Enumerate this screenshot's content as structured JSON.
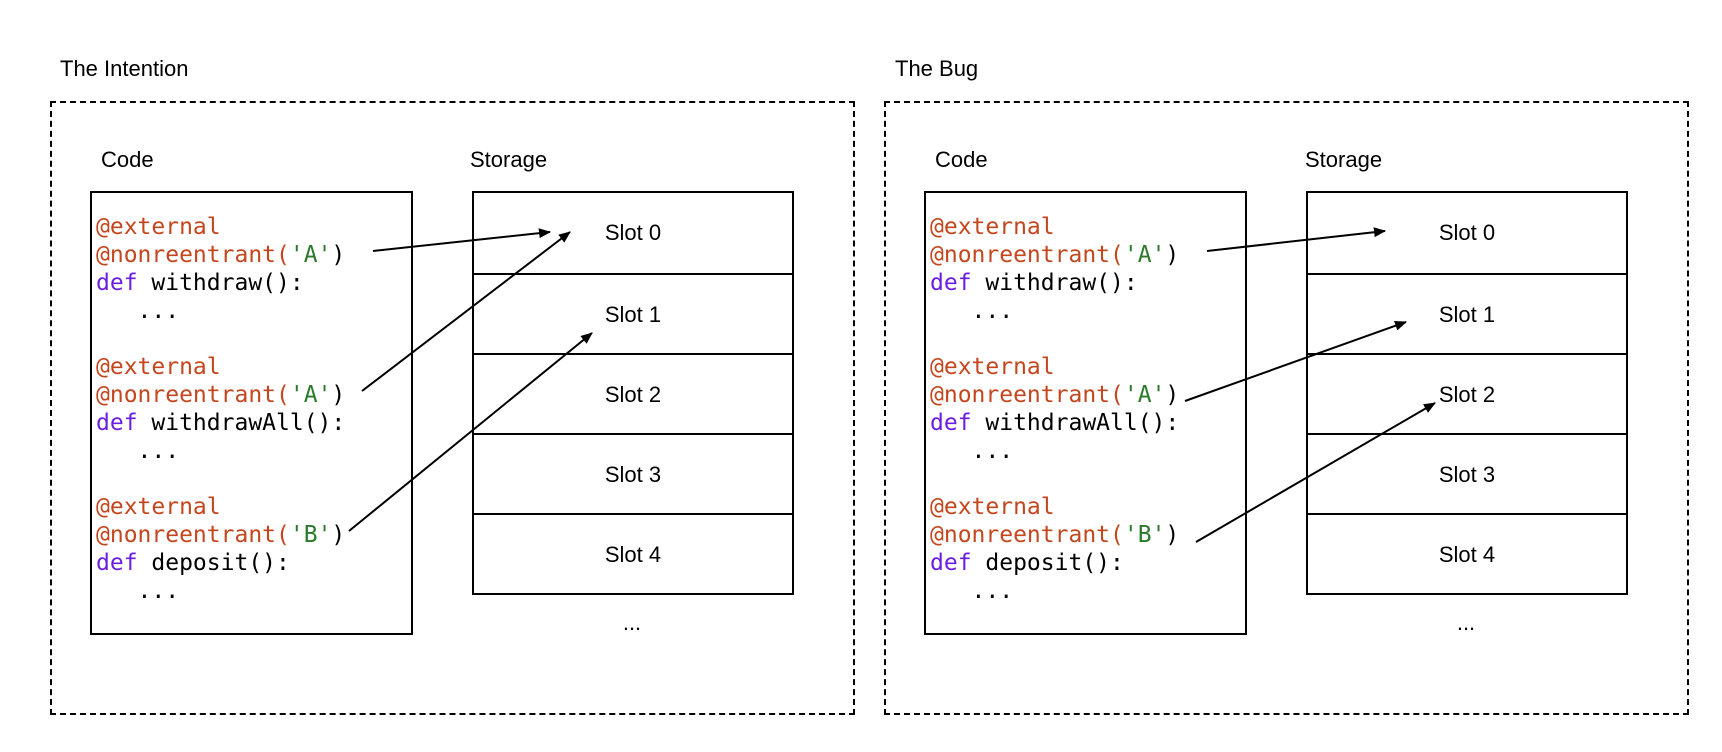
{
  "panels": [
    {
      "title": "The Intention",
      "code_label": "Code",
      "storage_label": "Storage",
      "code": {
        "blocks": [
          {
            "decorator": "@external",
            "nonreentrant_prefix": "@nonreentrant(",
            "key": "'A'",
            "nonreentrant_suffix": ")",
            "def_kw": "def",
            "signature": " withdraw():",
            "body": "   ..."
          },
          {
            "decorator": "@external",
            "nonreentrant_prefix": "@nonreentrant(",
            "key": "'A'",
            "nonreentrant_suffix": ")",
            "def_kw": "def",
            "signature": " withdrawAll():",
            "body": "   ..."
          },
          {
            "decorator": "@external",
            "nonreentrant_prefix": "@nonreentrant(",
            "key": "'B'",
            "nonreentrant_suffix": ")",
            "def_kw": "def",
            "signature": " deposit():",
            "body": "   ..."
          }
        ]
      },
      "storage": {
        "slots": [
          "Slot 0",
          "Slot 1",
          "Slot 2",
          "Slot 3",
          "Slot 4"
        ],
        "more": "..."
      },
      "arrows": [
        {
          "from_block": 0,
          "to_slot": 0
        },
        {
          "from_block": 1,
          "to_slot": 0
        },
        {
          "from_block": 2,
          "to_slot": 1
        }
      ]
    },
    {
      "title": "The Bug",
      "code_label": "Code",
      "storage_label": "Storage",
      "code": {
        "blocks": [
          {
            "decorator": "@external",
            "nonreentrant_prefix": "@nonreentrant(",
            "key": "'A'",
            "nonreentrant_suffix": ")",
            "def_kw": "def",
            "signature": " withdraw():",
            "body": "   ..."
          },
          {
            "decorator": "@external",
            "nonreentrant_prefix": "@nonreentrant(",
            "key": "'A'",
            "nonreentrant_suffix": ")",
            "def_kw": "def",
            "signature": " withdrawAll():",
            "body": "   ..."
          },
          {
            "decorator": "@external",
            "nonreentrant_prefix": "@nonreentrant(",
            "key": "'B'",
            "nonreentrant_suffix": ")",
            "def_kw": "def",
            "signature": " deposit():",
            "body": "   ..."
          }
        ]
      },
      "storage": {
        "slots": [
          "Slot 0",
          "Slot 1",
          "Slot 2",
          "Slot 3",
          "Slot 4"
        ],
        "more": "..."
      },
      "arrows": [
        {
          "from_block": 0,
          "to_slot": 0
        },
        {
          "from_block": 1,
          "to_slot": 1
        },
        {
          "from_block": 2,
          "to_slot": 2
        }
      ]
    }
  ],
  "colors": {
    "decorator": "#c4461e",
    "string": "#2b7a2b",
    "keyword": "#6a1ee0",
    "line": "#000000"
  }
}
